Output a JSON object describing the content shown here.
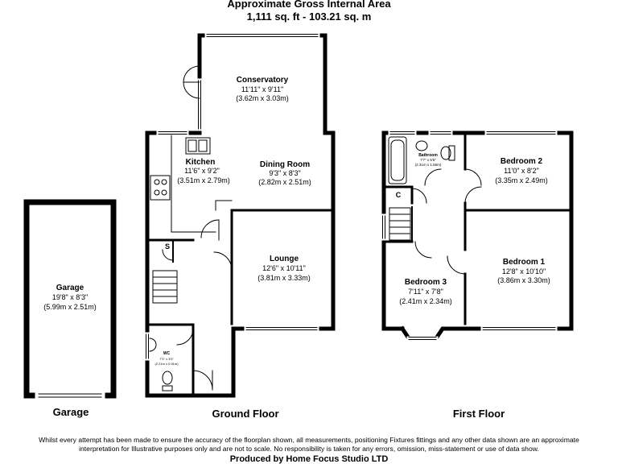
{
  "header": {
    "title": "Approximate Gross Internal Area",
    "area": "1,111 sq. ft - 103.21 sq. m"
  },
  "floors": {
    "garage": "Garage",
    "ground": "Ground Floor",
    "first": "First Floor"
  },
  "rooms": {
    "conservatory": {
      "name": "Conservatory",
      "imperial": "11'11\" x 9'11\"",
      "metric": "(3.62m x 3.03m)"
    },
    "kitchen": {
      "name": "Kitchen",
      "imperial": "11'6\" x 9'2\"",
      "metric": "(3.51m x 2.79m)"
    },
    "dining": {
      "name": "Dining Room",
      "imperial": "9'3\" x 8'3\"",
      "metric": "(2.82m x 2.51m)"
    },
    "lounge": {
      "name": "Lounge",
      "imperial": "12'6\" x 10'11\"",
      "metric": "(3.81m x 3.33m)"
    },
    "garage": {
      "name": "Garage",
      "imperial": "19'8\" x 8'3\"",
      "metric": "(5.99m x 2.51m)"
    },
    "wc": {
      "name": "WC",
      "imperial": "7'3\" x 3'0\"",
      "metric": "(2.21m x 0.91m)"
    },
    "store": {
      "name": "S"
    },
    "bathroom": {
      "name": "Bathroom",
      "imperial": "7'7\" x 5'5\"",
      "metric": "(2.31m x 1.65m)"
    },
    "bedroom2": {
      "name": "Bedroom 2",
      "imperial": "11'0\" x 8'2\"",
      "metric": "(3.35m x 2.49m)"
    },
    "bedroom1": {
      "name": "Bedroom 1",
      "imperial": "12'8\" x 10'10\"",
      "metric": "(3.86m x 3.30m)"
    },
    "bedroom3": {
      "name": "Bedroom 3",
      "imperial": "7'11\" x 7'8\"",
      "metric": "(2.41m x 2.34m)"
    },
    "cupboard": {
      "name": "C"
    }
  },
  "footer": {
    "disclaimer1": "Whilst every attempt has been made to ensure the accuracy of the floorplan shown, all measurements, positioning Fixtures fittings and any other data shown are an approximate",
    "disclaimer2": "interpretation for Illustrative purposes only  and are not to scale. No responsibility is taken for any errors, omission, miss-statement or use of data show.",
    "produced_by": "Produced by Home Focus Studio LTD"
  }
}
